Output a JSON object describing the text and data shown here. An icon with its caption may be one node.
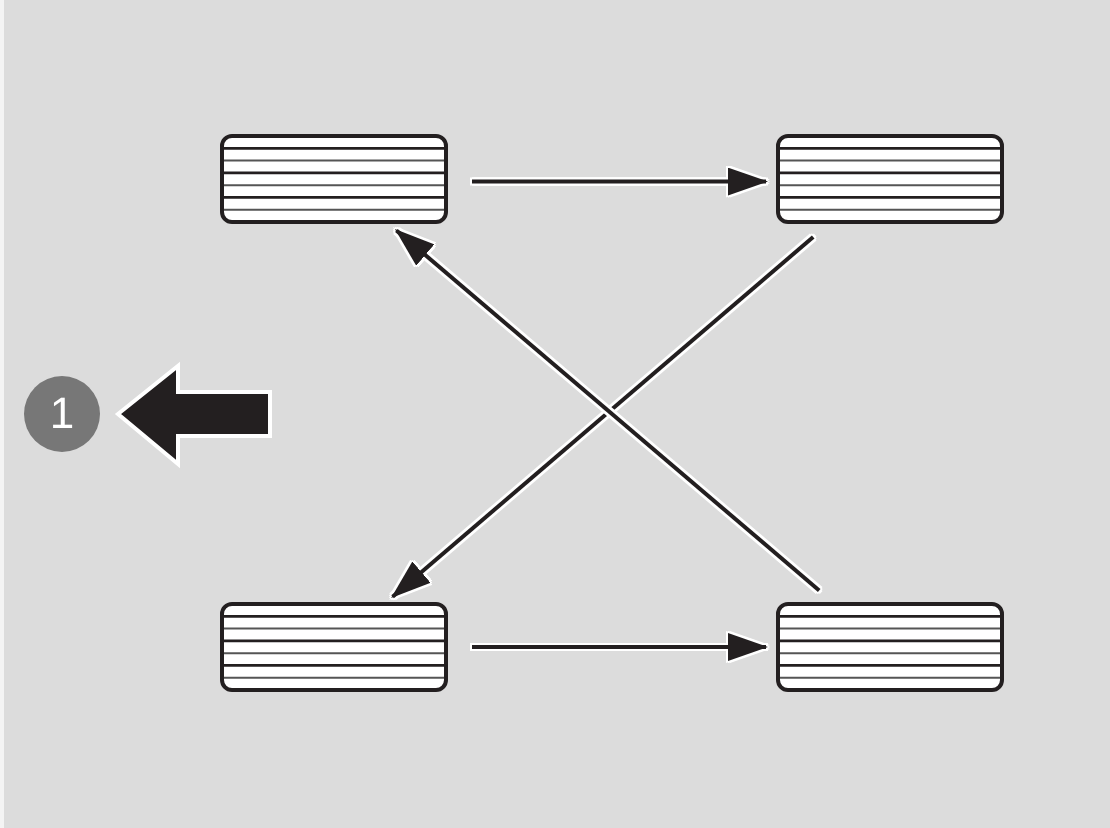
{
  "diagram": {
    "nodes": [
      {
        "text": [],
        "shape": "picture"
      },
      {
        "text": [],
        "shape": "picture"
      },
      {
        "text": [],
        "shape": "picture"
      },
      {
        "text": [],
        "shape": "picture"
      }
    ],
    "edges": [
      {
        "from": 0,
        "to": 1,
        "arrow": "to"
      },
      {
        "from": 1,
        "to": 2,
        "arrow": "to"
      },
      {
        "from": 2,
        "to": 3,
        "arrow": "to"
      },
      {
        "from": 3,
        "to": 0,
        "arrow": "to"
      }
    ],
    "labels": [
      "1"
    ]
  }
}
